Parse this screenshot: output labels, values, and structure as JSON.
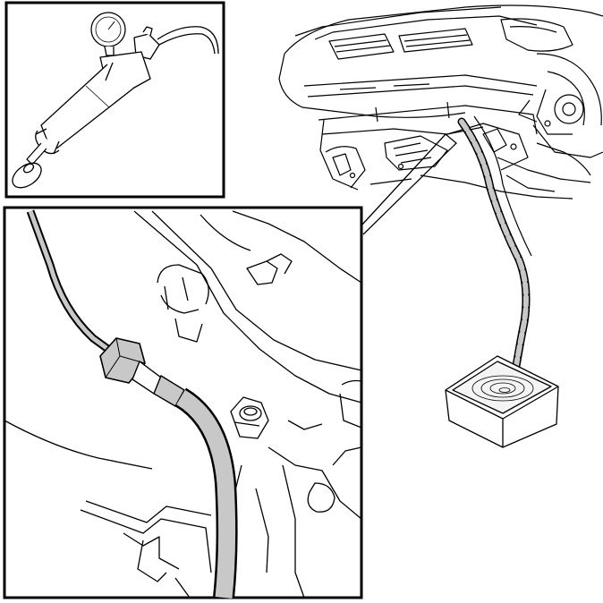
{
  "figure": {
    "panels": {
      "pump_inset": {
        "icon": "vacuum-pump-with-gauge"
      },
      "detail_view": {
        "icon": "hose-fitting-closeup"
      },
      "vehicle_view": {
        "icon": "vehicle-underbody"
      }
    },
    "components": {
      "hose": {
        "icon": "drain-hose",
        "fill": "#c8c8c8"
      },
      "container": {
        "icon": "drain-pan"
      }
    },
    "colors": {
      "line": "#000000",
      "background": "#ffffff",
      "hose_fill": "#c8c8c8"
    }
  }
}
